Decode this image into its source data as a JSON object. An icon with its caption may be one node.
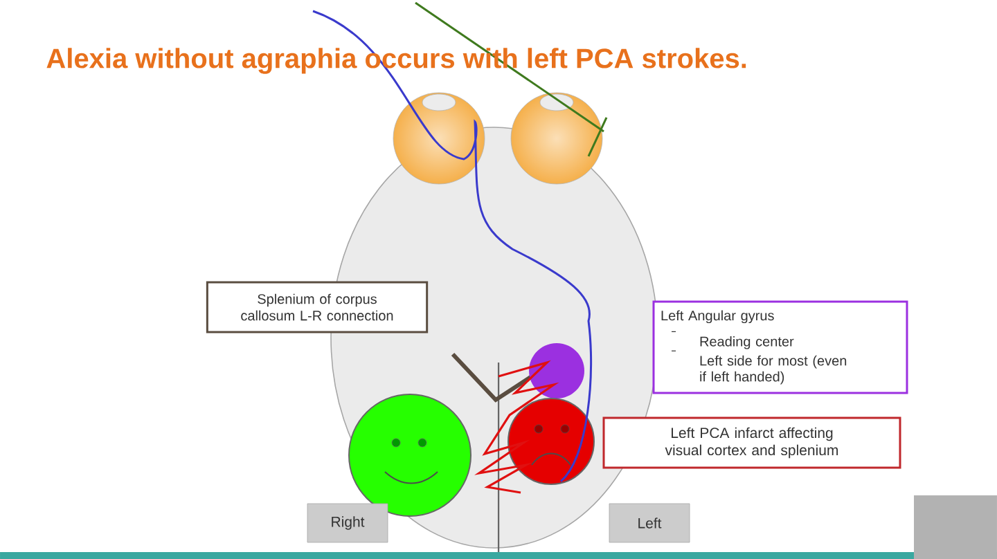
{
  "diagram": {
    "title": "Alexia without agraphia occurs with left PCA strokes.",
    "nodes": [
      {
        "text": [
          "Splenium of corpus callosum L-R connection"
        ]
      },
      {
        "text": [
          "Left Angular gyrus",
          "Reading center",
          "Left side for most (even if left handed)"
        ]
      },
      {
        "text": [
          "Left PCA infarct affecting visual cortex and splenium"
        ]
      },
      {
        "text": [
          "Right"
        ]
      },
      {
        "text": [
          "Left"
        ]
      }
    ]
  }
}
